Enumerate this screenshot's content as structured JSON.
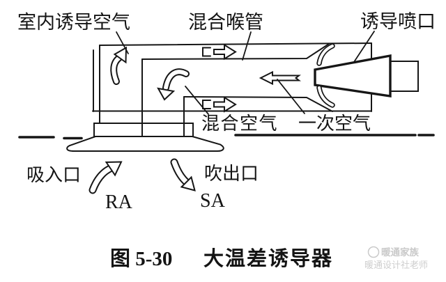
{
  "figure": {
    "caption": {
      "prefix": "图 5-30",
      "title": "大温差诱导器"
    },
    "labels": {
      "indoor_induced_air": "室内诱导空气",
      "mixing_throat": "混合喉管",
      "induction_nozzle": "诱导喷口",
      "mixed_air": "混合空气",
      "primary_air": "一次空气",
      "suction_inlet": "吸入口",
      "return_air_code": "RA",
      "blow_outlet": "吹出口",
      "supply_air_code": "SA"
    },
    "watermark": {
      "line1": "暖通家族",
      "line2": "暖通设计社老师"
    },
    "colors": {
      "line": "#161616",
      "background": "#ffffff",
      "watermark": "#c7c7c7"
    }
  }
}
